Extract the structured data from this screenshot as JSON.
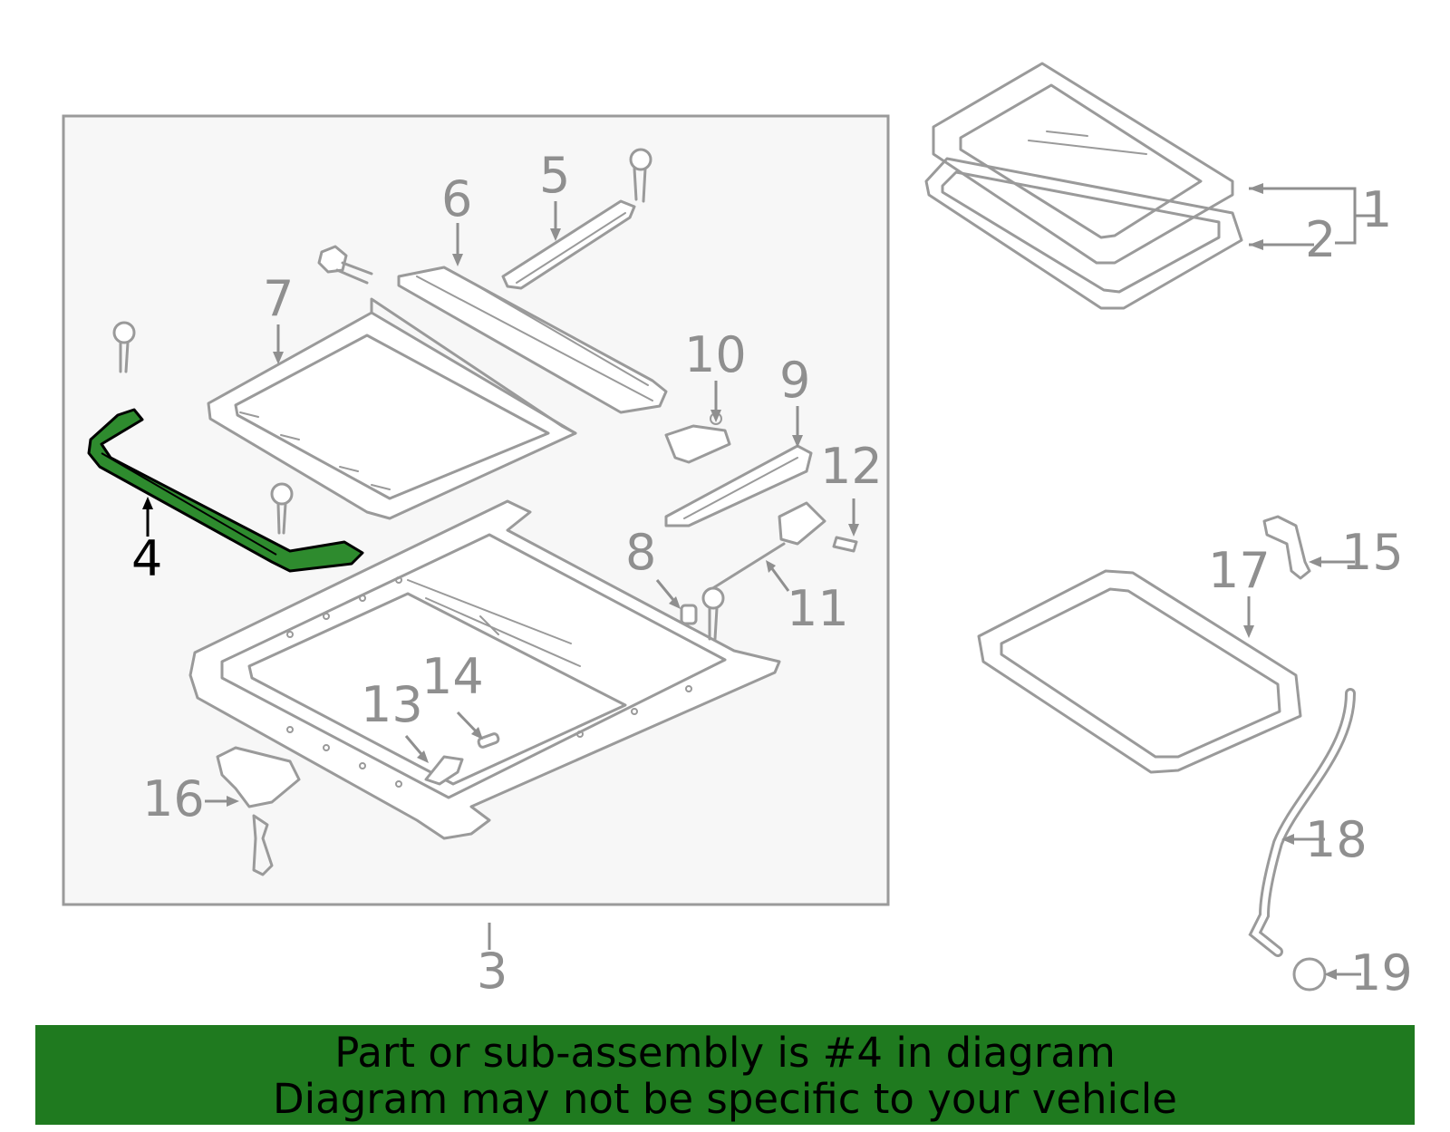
{
  "callouts": {
    "c1": "1",
    "c2": "2",
    "c3": "3",
    "c4": "4",
    "c5": "5",
    "c6": "6",
    "c7": "7",
    "c8": "8",
    "c9": "9",
    "c10": "10",
    "c11": "11",
    "c12": "12",
    "c13": "13",
    "c14": "14",
    "c15": "15",
    "c16": "16",
    "c17": "17",
    "c18": "18",
    "c19": "19"
  },
  "highlight": {
    "part": "4",
    "color": "#2e8b2e"
  },
  "banner": {
    "line1": "Part or sub-assembly is #4 in diagram",
    "line2": "Diagram may not be specific to your vehicle",
    "color": "#1f7a1f"
  }
}
